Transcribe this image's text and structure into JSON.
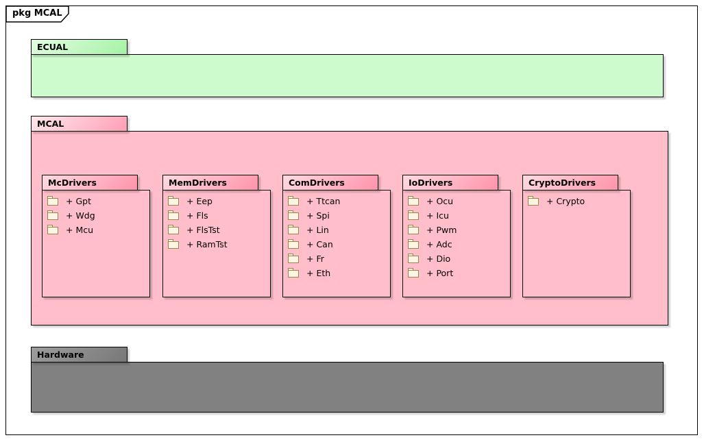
{
  "frame": {
    "label": "pkg MCAL"
  },
  "layers": {
    "ecual": {
      "name": "ECUAL"
    },
    "mcal": {
      "name": "MCAL",
      "subpackages": [
        {
          "name": "McDrivers",
          "items": [
            "+ Gpt",
            "+ Wdg",
            "+ Mcu"
          ]
        },
        {
          "name": "MemDrivers",
          "items": [
            "+ Eep",
            "+ Fls",
            "+ FlsTst",
            "+ RamTst"
          ]
        },
        {
          "name": "ComDrivers",
          "items": [
            "+ Ttcan",
            "+ Spi",
            "+ Lin",
            "+ Can",
            "+ Fr",
            "+ Eth"
          ]
        },
        {
          "name": "IoDrivers",
          "items": [
            "+ Ocu",
            "+ Icu",
            "+ Pwm",
            "+ Adc",
            "+ Dio",
            "+ Port"
          ]
        },
        {
          "name": "CryptoDrivers",
          "items": [
            "+ Crypto"
          ]
        }
      ]
    },
    "hardware": {
      "name": "Hardware"
    }
  },
  "colors": {
    "ecual_body": "#cdfbcd",
    "ecual_tab": "#a5f2a5",
    "mcal_body": "#ffbec9",
    "mcal_tab": "#ff9fb4",
    "subpackage_tab": "#ff93aa",
    "hardware_body": "#818181",
    "hardware_tab": "#8d8d8d",
    "folder_fill": "#fcf5e3",
    "folder_border": "#9e8448",
    "outline": "#000000"
  }
}
